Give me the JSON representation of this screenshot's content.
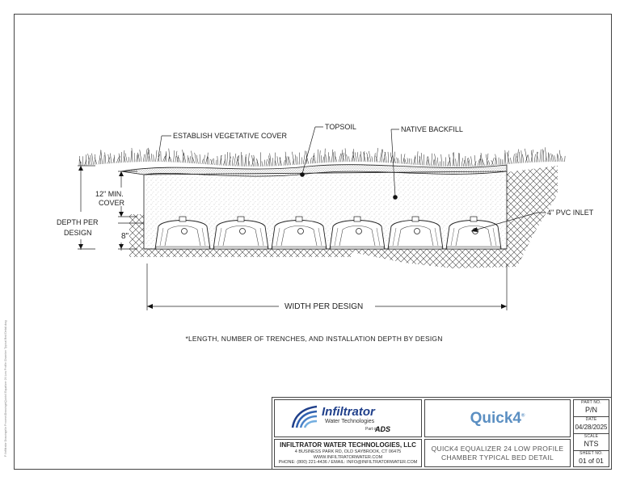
{
  "labels": {
    "vegetative_cover": "ESTABLISH VEGETATIVE COVER",
    "topsoil": "TOPSOIL",
    "native_backfill": "NATIVE BACKFILL",
    "min_cover_line1": "12\" MIN.",
    "min_cover_line2": "COVER",
    "depth_line1": "DEPTH PER",
    "depth_line2": "DESIGN",
    "eight_inch": "8\"",
    "pvc_inlet": "4\" PVC INLET",
    "width": "WIDTH PER DESIGN"
  },
  "note": "*LENGTH, NUMBER OF TRENCHES, AND INSTALLATION DEPTH BY DESIGN",
  "side_note": "F:\\Infiltrator Drawings\\In Process\\Drawings\\Quick4 Equalizer 24 Low Profile Chamber Typical Bed Detail.dwg",
  "title_block": {
    "logo": {
      "name": "Infiltrator",
      "sub": "Water Technologies",
      "part_of": "Part of",
      "parent": "ADS"
    },
    "company": "INFILTRATOR WATER TECHNOLOGIES, LLC",
    "address": "4 BUSINESS PARK RD, OLD SAYBROOK, CT 06475",
    "website": "WWW.INFILTRATORWATER.COM",
    "contact": "PHONE: (800) 221-4436 / EMAIL: INFO@INFILTRATORWATER.COM",
    "product": "Quick4",
    "product_mark": "®",
    "description_line1": "QUICK4 EQUALIZER 24 LOW PROFILE",
    "description_line2": "CHAMBER TYPICAL BED DETAIL",
    "part_no_label": "PART NO.",
    "part_no": "P/N",
    "date_label": "DATE",
    "date": "04/28/2025",
    "scale_label": "SCALE",
    "scale": "NTS",
    "sheet_label": "SHEET NO.",
    "sheet": "01 of 01"
  },
  "chambers": [
    1,
    2,
    3,
    4,
    5,
    6
  ],
  "colors": {
    "line": "#222222",
    "brand_blue": "#1f3f8a",
    "product_blue": "#5b8fc2"
  }
}
